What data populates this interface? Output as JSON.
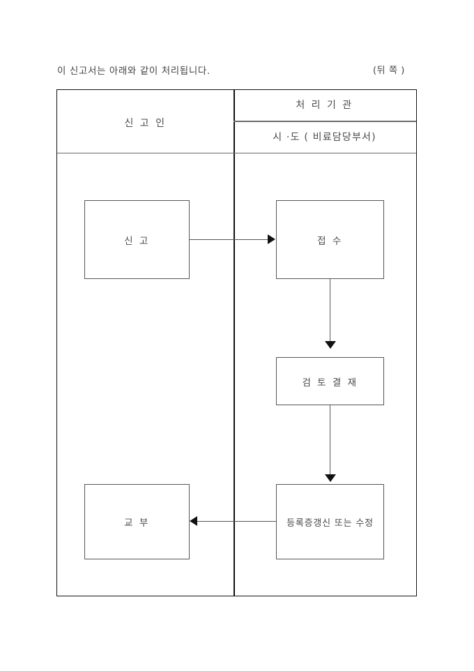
{
  "page": {
    "intro_text": "이 신고서는 아래와 같이 처리됩니다.",
    "corner_note": "(뒤 쪽 )"
  },
  "table": {
    "header": {
      "applicant_label": "신 고 인",
      "agency_label": "처 리 기 관",
      "agency_sub_label": "시 ·도 ( 비료담당부서)"
    }
  },
  "flow": {
    "boxes": [
      {
        "id": "declare",
        "label": "신 고",
        "column": "applicant"
      },
      {
        "id": "receive",
        "label": "접 수",
        "column": "agency"
      },
      {
        "id": "review",
        "label": "검 토 결 재",
        "column": "agency"
      },
      {
        "id": "issue",
        "label": "등록증갱신 또는 수정",
        "column": "agency"
      },
      {
        "id": "deliver",
        "label": "교 부",
        "column": "applicant"
      }
    ],
    "connectors": [
      {
        "from": "declare",
        "to": "receive",
        "direction": "right"
      },
      {
        "from": "receive",
        "to": "review",
        "direction": "down"
      },
      {
        "from": "review",
        "to": "issue",
        "direction": "down"
      },
      {
        "from": "issue",
        "to": "deliver",
        "direction": "left"
      }
    ]
  },
  "colors": {
    "frame": "#111111",
    "box_border": "#555555",
    "text": "#4a4a4a",
    "background": "#ffffff"
  }
}
